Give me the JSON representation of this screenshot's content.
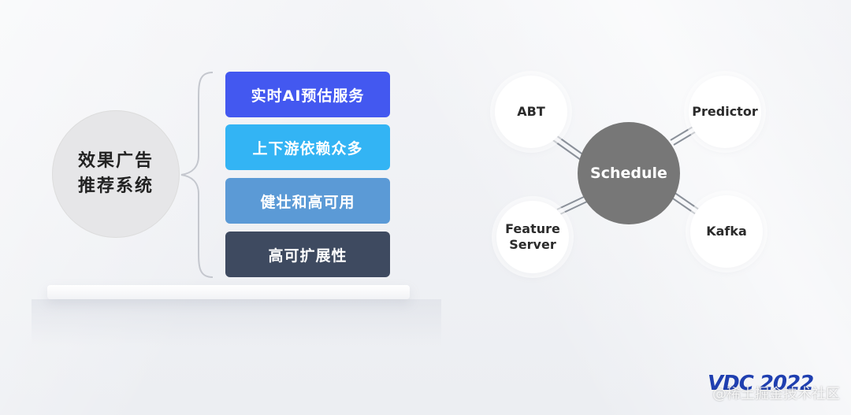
{
  "main_topic": {
    "line1": "效果广告",
    "line2": "推荐系统"
  },
  "features": [
    {
      "label": "实时AI预估服务",
      "color": "#4358f0"
    },
    {
      "label": "上下游依赖众多",
      "color": "#33b4f4"
    },
    {
      "label": "健壮和高可用",
      "color": "#5b9ad6"
    },
    {
      "label": "高可扩展性",
      "color": "#3e4a60"
    }
  ],
  "network": {
    "center": "Schedule",
    "nodes": {
      "abt": "ABT",
      "predictor": "Predictor",
      "feature_server_line1": "Feature",
      "feature_server_line2": "Server",
      "kafka": "Kafka"
    }
  },
  "logo": {
    "text": "VDC 2022"
  },
  "watermark": "@稀土掘金技术社区"
}
